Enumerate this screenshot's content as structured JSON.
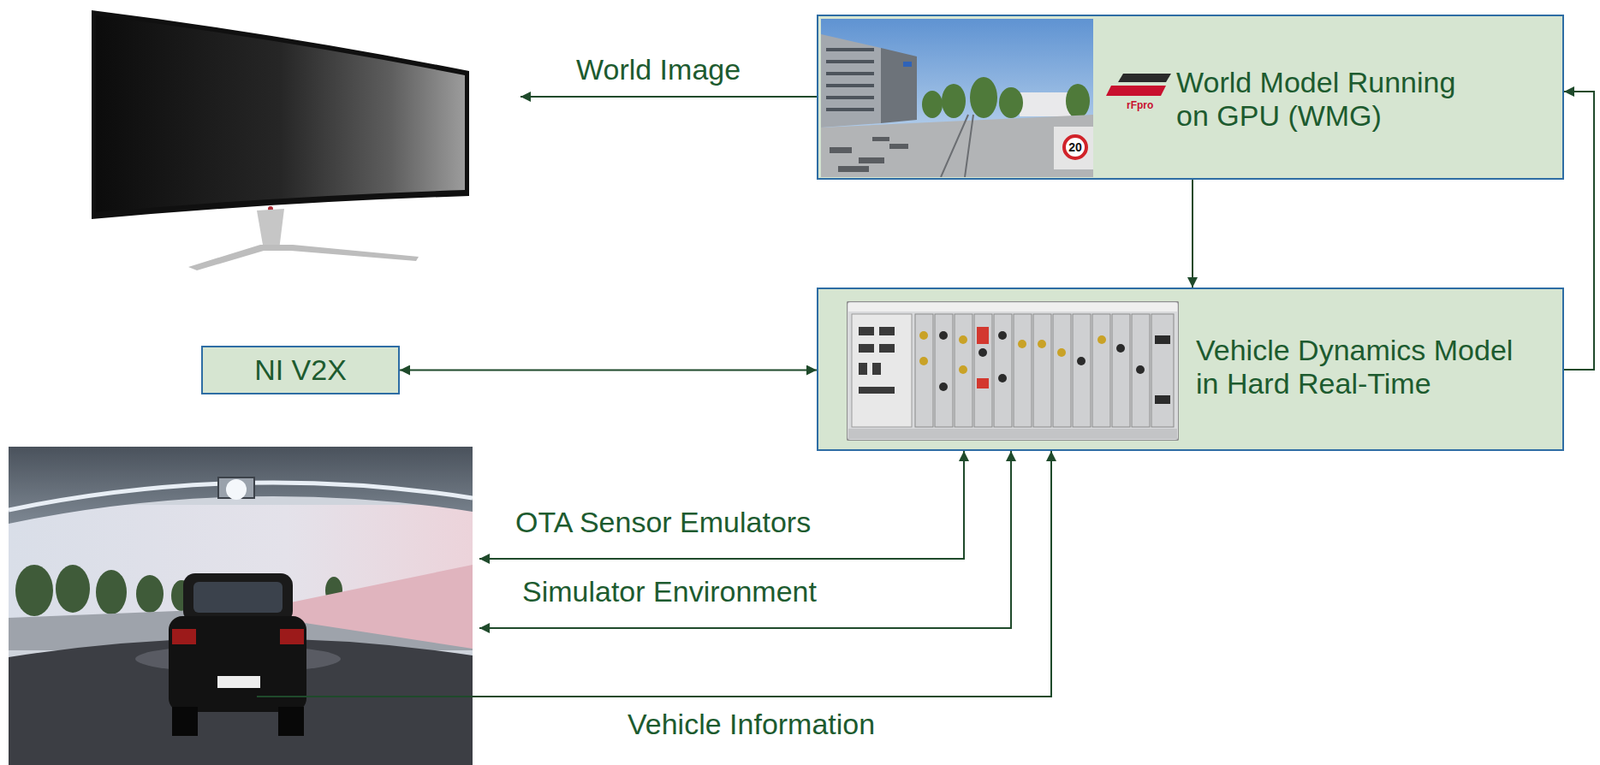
{
  "diagram": {
    "nodes": [
      {
        "text": [
          "World Model Running on GPU (WMG)"
        ]
      },
      {
        "text": [
          "NI V2X"
        ]
      },
      {
        "text": [
          "Vehicle Dynamics Model in Hard Real-Time"
        ]
      }
    ],
    "edges": [
      {
        "from": 0,
        "to": 2,
        "arrow": "to"
      },
      {
        "from": 1,
        "to": 2,
        "arrow": "both"
      },
      {
        "from": 2,
        "to": 0,
        "arrow": "to"
      }
    ],
    "labels": [
      "World Image",
      "20",
      "rFpro",
      "OTA Sensor Emulators",
      "Simulator Environment",
      "Vehicle Information"
    ]
  }
}
